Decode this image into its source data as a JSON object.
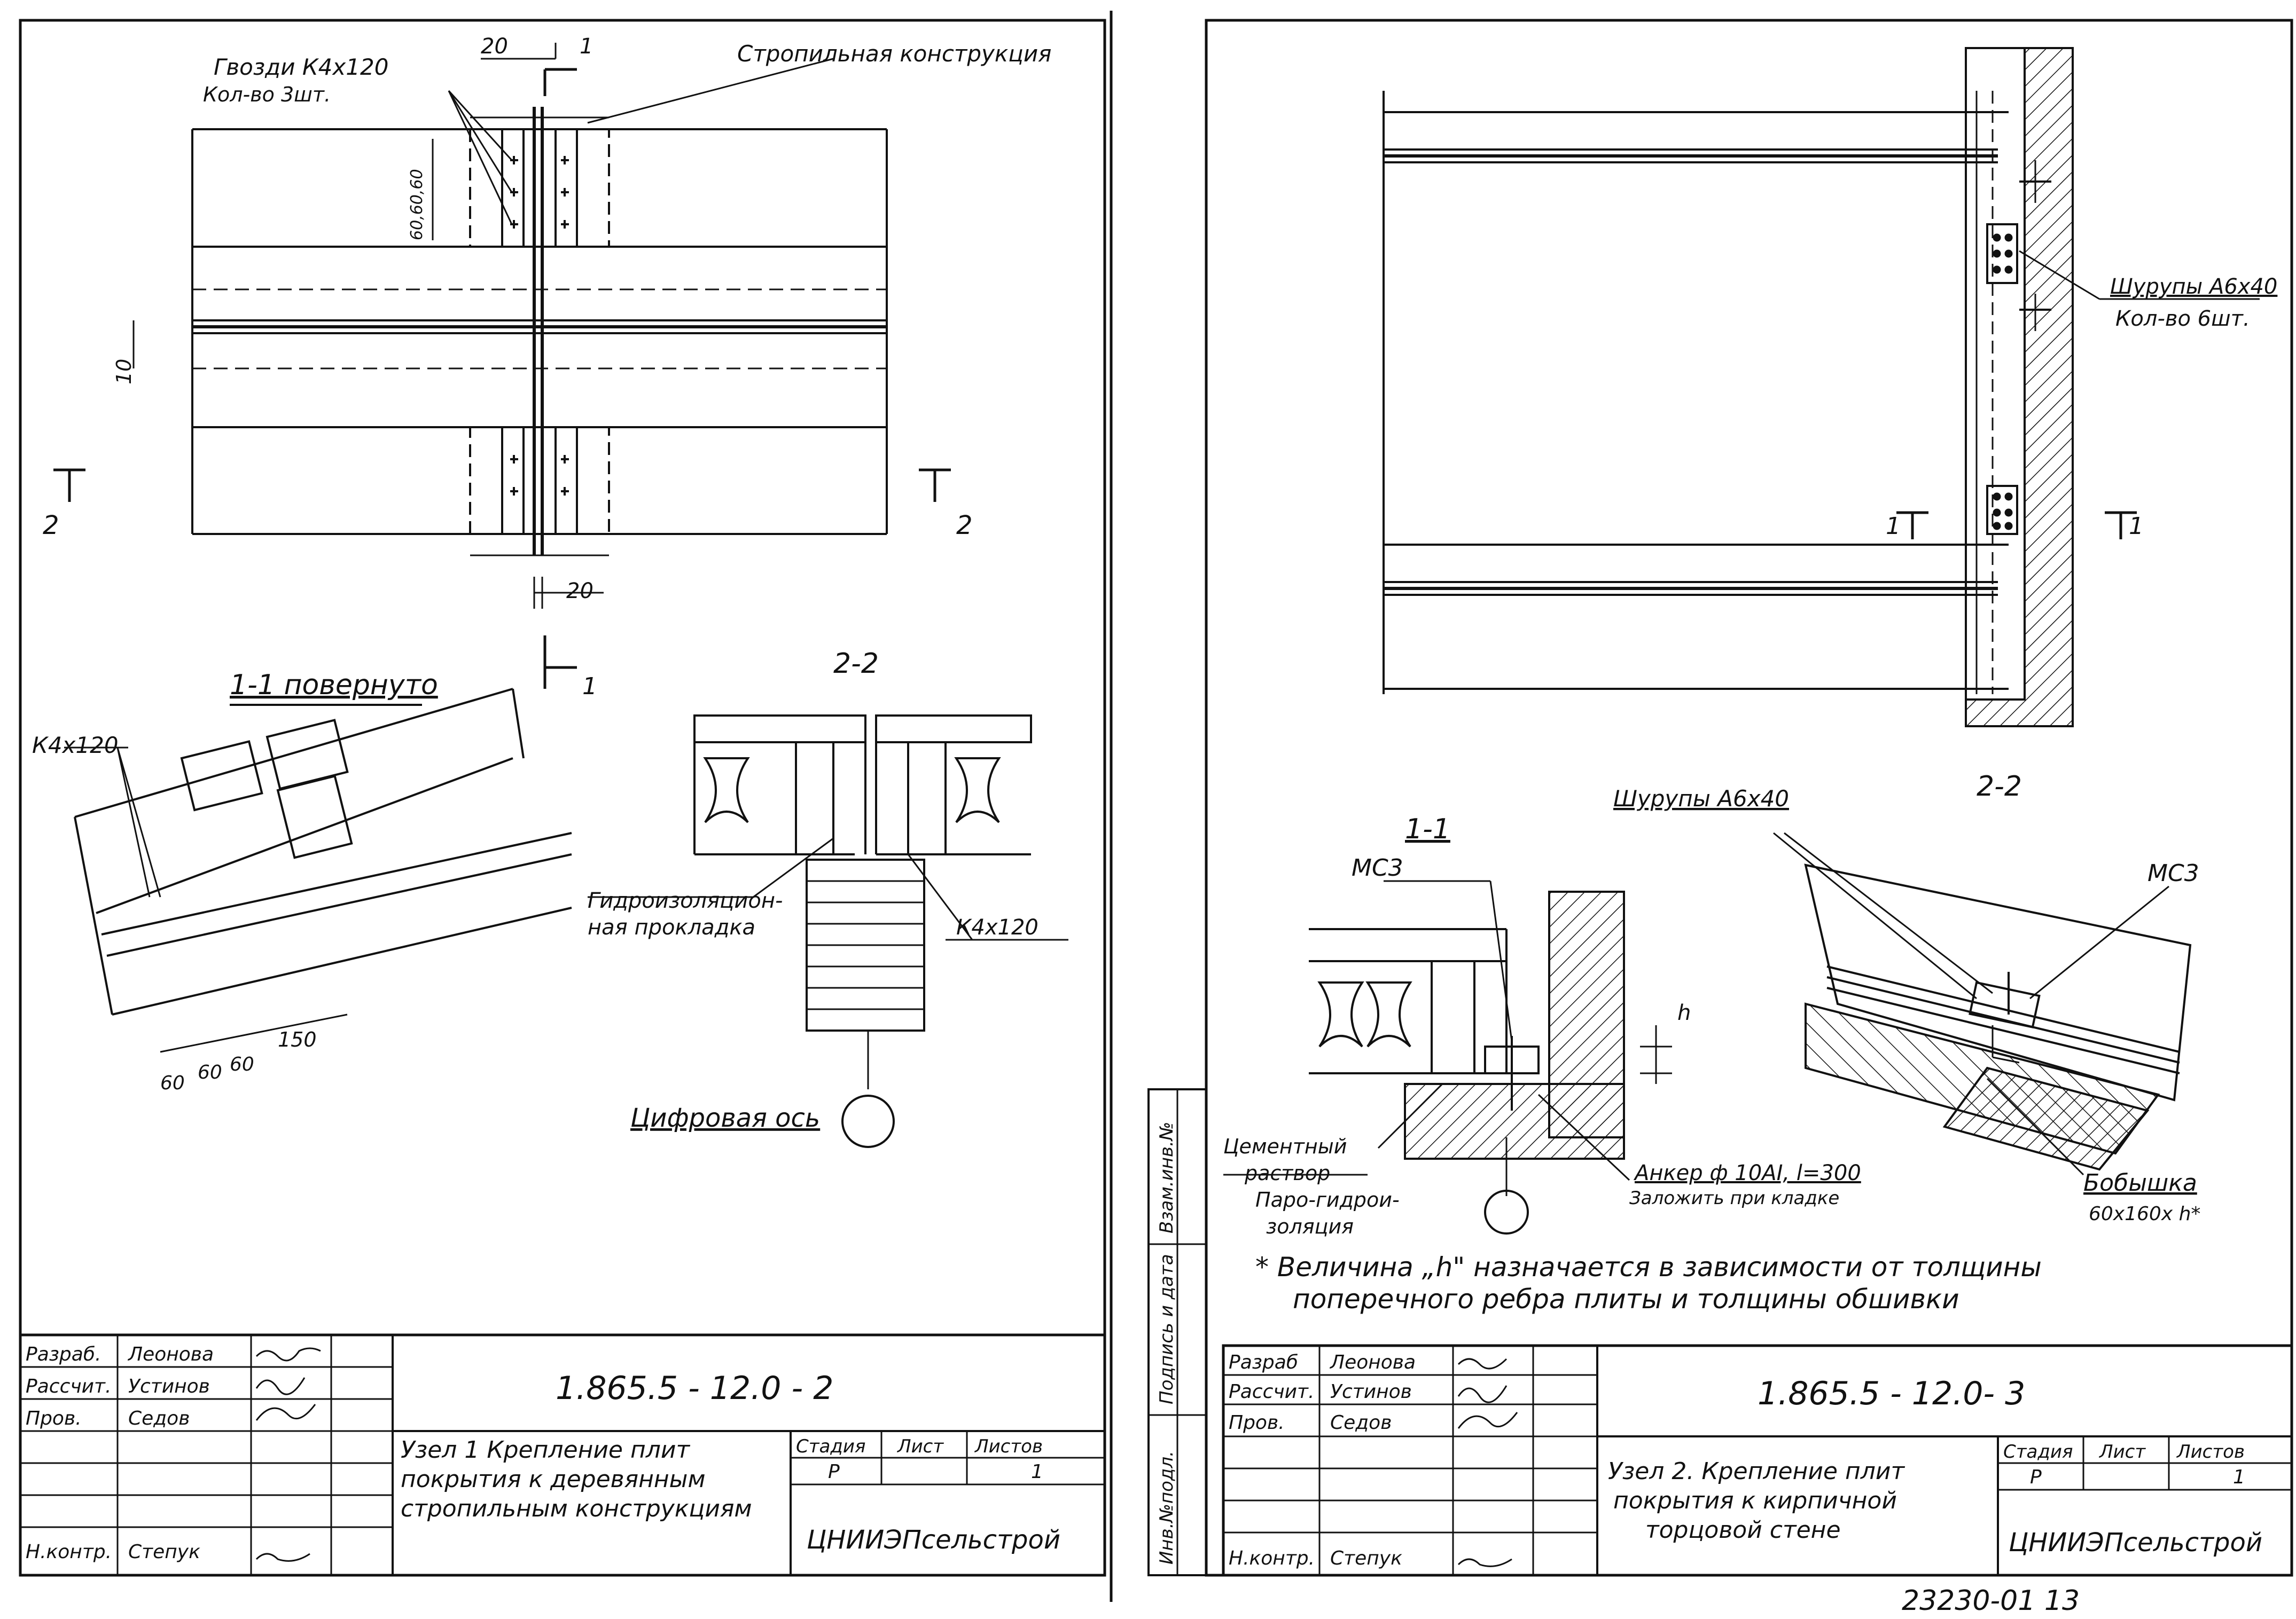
{
  "sheet_left": {
    "labels": {
      "nails": "Гвозди К4х120",
      "nails_count": "Кол-во 3шт.",
      "rafter": "Стропильная конструкция",
      "dim_20_top": "20",
      "dim_20_bottom": "20",
      "dim_10": "10",
      "dim_stack": "60,60,60",
      "cut_1_top": "1",
      "cut_1_bottom": "1",
      "cut_2_left": "2",
      "cut_2_right": "2",
      "section_11": "1-1 повернуто",
      "section_22": "2-2",
      "k4_left": "К4х120",
      "k4_right": "К4х120",
      "waterproof_1": "Гидроизоляцион-",
      "waterproof_2": "ная прокладка",
      "dim_150": "150",
      "dim_60a": "60",
      "dim_60b": "60",
      "dim_60c": "60",
      "axis": "Цифровая ось"
    },
    "title_block": {
      "roles": [
        "Разраб.",
        "Рассчит.",
        "Пров.",
        "",
        "",
        "",
        "Н.контр."
      ],
      "names": [
        "Леонова",
        "Устинов",
        "Седов",
        "",
        "",
        "",
        "Степук"
      ],
      "code": "1.865.5 - 12.0 - 2",
      "title_1": "Узел 1 Крепление плит",
      "title_2": "покрытия к деревянным",
      "title_3": "стропильным конструкциям",
      "stage_h": "Стадия",
      "sheet_h": "Лист",
      "sheets_h": "Листов",
      "stage_v": "Р",
      "sheet_v": "",
      "sheets_v": "1",
      "org": "ЦНИИЭПсельстрой"
    }
  },
  "sheet_right": {
    "labels": {
      "screws_1": "Шурупы А6х40",
      "screws_count": "Кол-во 6шт.",
      "cut_1a": "1",
      "cut_1b": "1",
      "section_11": "1-1",
      "section_22": "2-2",
      "screws_2": "Шурупы А6х40",
      "mc3_left": "МС3",
      "mc3_right": "МС3",
      "dim_h": "h",
      "cement_1": "Цементный",
      "cement_2": "раствор",
      "vapor_1": "Паро-гидрои-",
      "vapor_2": "золяция",
      "anchor_1": "Анкер ф 10АI, l=300",
      "anchor_2": "Заложить при кладке",
      "boss_1": "Бобышка",
      "boss_2": "60х160х h*",
      "note_1": "* Величина „h\" назначается в зависимости от толщины",
      "note_2": "поперечного ребра плиты и толщины обшивки"
    },
    "side_stamp": [
      "Взам.инв.№",
      "Подпись и дата",
      "Инв.№подл."
    ],
    "title_block": {
      "roles": [
        "Разраб",
        "Рассчит.",
        "Пров.",
        "",
        "",
        "",
        "Н.контр."
      ],
      "names": [
        "Леонова",
        "Устинов",
        "Седов",
        "",
        "",
        "",
        "Степук"
      ],
      "code": "1.865.5 - 12.0- 3",
      "title_1": "Узел 2. Крепление плит",
      "title_2": "покрытия к кирпичной",
      "title_3": "торцовой стене",
      "stage_h": "Стадия",
      "sheet_h": "Лист",
      "sheets_h": "Листов",
      "stage_v": "Р",
      "sheet_v": "",
      "sheets_v": "1",
      "org": "ЦНИИЭПсельстрой"
    }
  },
  "footer_number": "23230-01  13"
}
